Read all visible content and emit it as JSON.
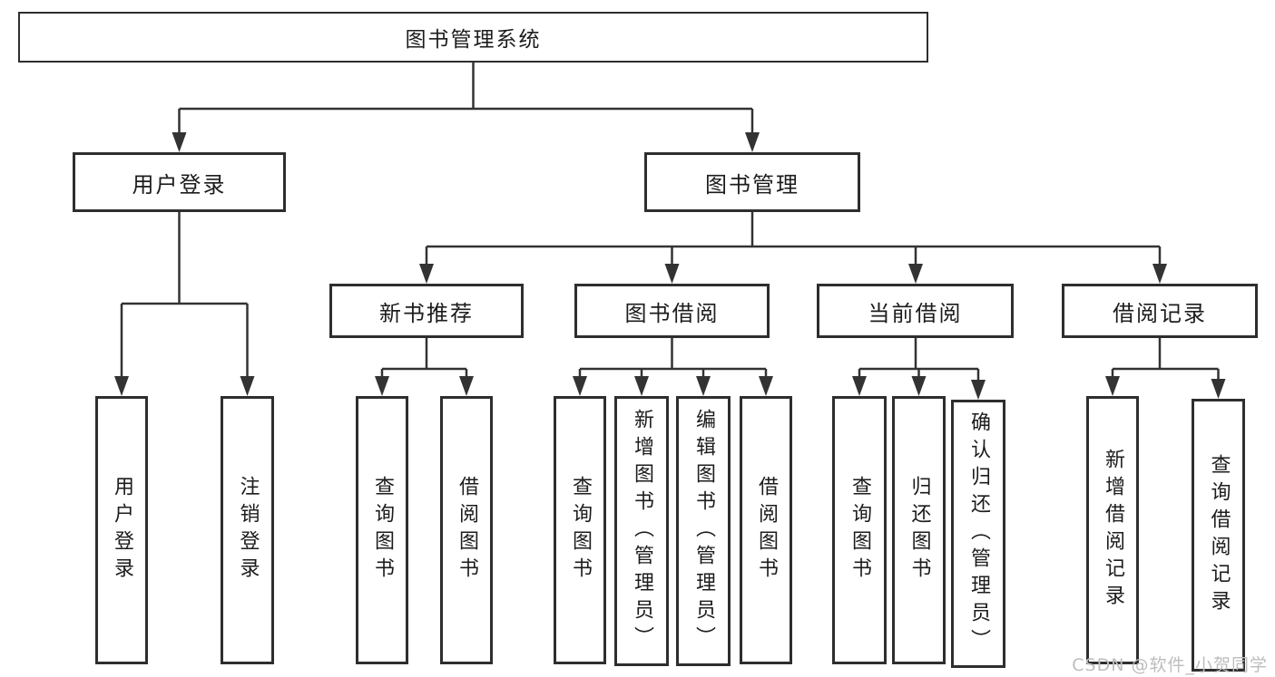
{
  "tree": {
    "label": "图书管理系统",
    "children": [
      {
        "label": "用户登录",
        "children": [
          {
            "label": "用户登录"
          },
          {
            "label": "注销登录"
          }
        ]
      },
      {
        "label": "图书管理",
        "children": [
          {
            "label": "新书推荐",
            "children": [
              {
                "label": "查询图书"
              },
              {
                "label": "借阅图书"
              }
            ]
          },
          {
            "label": "图书借阅",
            "children": [
              {
                "label": "查询图书"
              },
              {
                "label": "新增图书（管理员）"
              },
              {
                "label": "编辑图书（管理员）"
              },
              {
                "label": "借阅图书"
              }
            ]
          },
          {
            "label": "当前借阅",
            "children": [
              {
                "label": "查询图书"
              },
              {
                "label": "归还图书"
              },
              {
                "label": "确认归还（管理员）"
              }
            ]
          },
          {
            "label": "借阅记录",
            "children": [
              {
                "label": "新增借阅记录"
              },
              {
                "label": "查询借阅记录"
              }
            ]
          }
        ]
      }
    ]
  },
  "watermark": {
    "text": "CSDN @软件_小贺同学"
  },
  "colors": {
    "line": "#333333",
    "box_border": "#2e2e2e",
    "box_background": "#ffffff",
    "text": "#1c1c1c",
    "watermark": "#bdbdbd"
  }
}
